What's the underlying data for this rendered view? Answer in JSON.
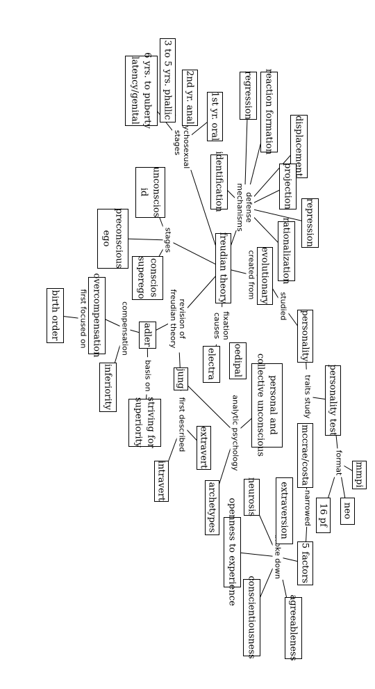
{
  "nodes": [
    {
      "id": "freudian_theory",
      "lines": [
        "freudian theory"
      ]
    },
    {
      "id": "evolutionary",
      "lines": [
        "evolutionary"
      ]
    },
    {
      "id": "personality",
      "lines": [
        "personality"
      ]
    },
    {
      "id": "personality_test",
      "lines": [
        "personality test"
      ]
    },
    {
      "id": "mmpi",
      "lines": [
        "mmpi"
      ]
    },
    {
      "id": "neo",
      "lines": [
        "neo"
      ]
    },
    {
      "id": "sixteen_pf",
      "lines": [
        "16 pf"
      ]
    },
    {
      "id": "mccrae_costa",
      "lines": [
        "mccrae/costa"
      ]
    },
    {
      "id": "five_factors",
      "lines": [
        "5 factors"
      ]
    },
    {
      "id": "agreeableness",
      "lines": [
        "agreeableness"
      ]
    },
    {
      "id": "conscientiousness",
      "lines": [
        "conscientiousness"
      ]
    },
    {
      "id": "openness",
      "lines": [
        "openness to experience"
      ]
    },
    {
      "id": "neurosis",
      "lines": [
        "neurosis"
      ]
    },
    {
      "id": "extraversion",
      "lines": [
        "extraversion"
      ]
    },
    {
      "id": "personal_collective",
      "lines": [
        "personal and",
        "collective unconscious"
      ]
    },
    {
      "id": "archetypes",
      "lines": [
        "archetypes"
      ]
    },
    {
      "id": "jung",
      "lines": [
        "jung"
      ]
    },
    {
      "id": "extravert",
      "lines": [
        "extravert"
      ]
    },
    {
      "id": "intravert",
      "lines": [
        "intravert"
      ]
    },
    {
      "id": "adler",
      "lines": [
        "adler"
      ]
    },
    {
      "id": "striving",
      "lines": [
        "striving for",
        "superiority"
      ]
    },
    {
      "id": "inferiority",
      "lines": [
        "inferiority"
      ]
    },
    {
      "id": "overcompensation",
      "lines": [
        "overcompensation"
      ]
    },
    {
      "id": "birth_order",
      "lines": [
        "birth order"
      ]
    },
    {
      "id": "electra",
      "lines": [
        "electra"
      ]
    },
    {
      "id": "oedipal",
      "lines": [
        "oedipal"
      ]
    },
    {
      "id": "conscios_superego",
      "lines": [
        "conscios",
        "superego"
      ]
    },
    {
      "id": "preconscious_ego",
      "lines": [
        "preconscious",
        "ego"
      ]
    },
    {
      "id": "unconscios_id",
      "lines": [
        "unconscios",
        "id"
      ]
    },
    {
      "id": "identification",
      "lines": [
        "identification"
      ]
    },
    {
      "id": "regression",
      "lines": [
        "regression"
      ]
    },
    {
      "id": "reaction_formation",
      "lines": [
        "reaction formation"
      ]
    },
    {
      "id": "displacement",
      "lines": [
        "displacement"
      ]
    },
    {
      "id": "projection",
      "lines": [
        "projection"
      ]
    },
    {
      "id": "repression",
      "lines": [
        "repression"
      ]
    },
    {
      "id": "rationalization",
      "lines": [
        "rationalization"
      ]
    },
    {
      "id": "oral",
      "lines": [
        "1st yr. oral"
      ]
    },
    {
      "id": "anal",
      "lines": [
        "2nd yr. anal"
      ]
    },
    {
      "id": "phallic",
      "lines": [
        "3 to 5 yrs. phallic"
      ]
    },
    {
      "id": "latency",
      "lines": [
        "6 yrs. to puberty",
        "latency/genital"
      ]
    }
  ],
  "linking_phrases": [
    {
      "id": "lp_created_from",
      "lines": [
        "created from"
      ]
    },
    {
      "id": "lp_studied",
      "lines": [
        "studied"
      ]
    },
    {
      "id": "lp_traits_study",
      "lines": [
        "traits study"
      ]
    },
    {
      "id": "lp_format",
      "lines": [
        "format"
      ]
    },
    {
      "id": "lp_narrowed",
      "lines": [
        "narrowed"
      ]
    },
    {
      "id": "lp_broke_down",
      "lines": [
        "broke down"
      ]
    },
    {
      "id": "lp_analytic_psychology",
      "lines": [
        "analytic psychology"
      ]
    },
    {
      "id": "lp_first_described",
      "lines": [
        "first described"
      ]
    },
    {
      "id": "lp_basis_on",
      "lines": [
        "basis on"
      ]
    },
    {
      "id": "lp_compensation",
      "lines": [
        "compensation"
      ]
    },
    {
      "id": "lp_first_focused_on",
      "lines": [
        "first focused on"
      ]
    },
    {
      "id": "lp_revision",
      "lines": [
        "revision of",
        "freudian theory"
      ]
    },
    {
      "id": "lp_fixation_causes",
      "lines": [
        "fixation",
        "causes"
      ]
    },
    {
      "id": "lp_stages",
      "lines": [
        "stages"
      ]
    },
    {
      "id": "lp_defense_mechanisms",
      "lines": [
        "defense",
        "mechanisms"
      ]
    },
    {
      "id": "lp_psychosexual_stages",
      "lines": [
        "psychosexual",
        "stages"
      ]
    }
  ]
}
